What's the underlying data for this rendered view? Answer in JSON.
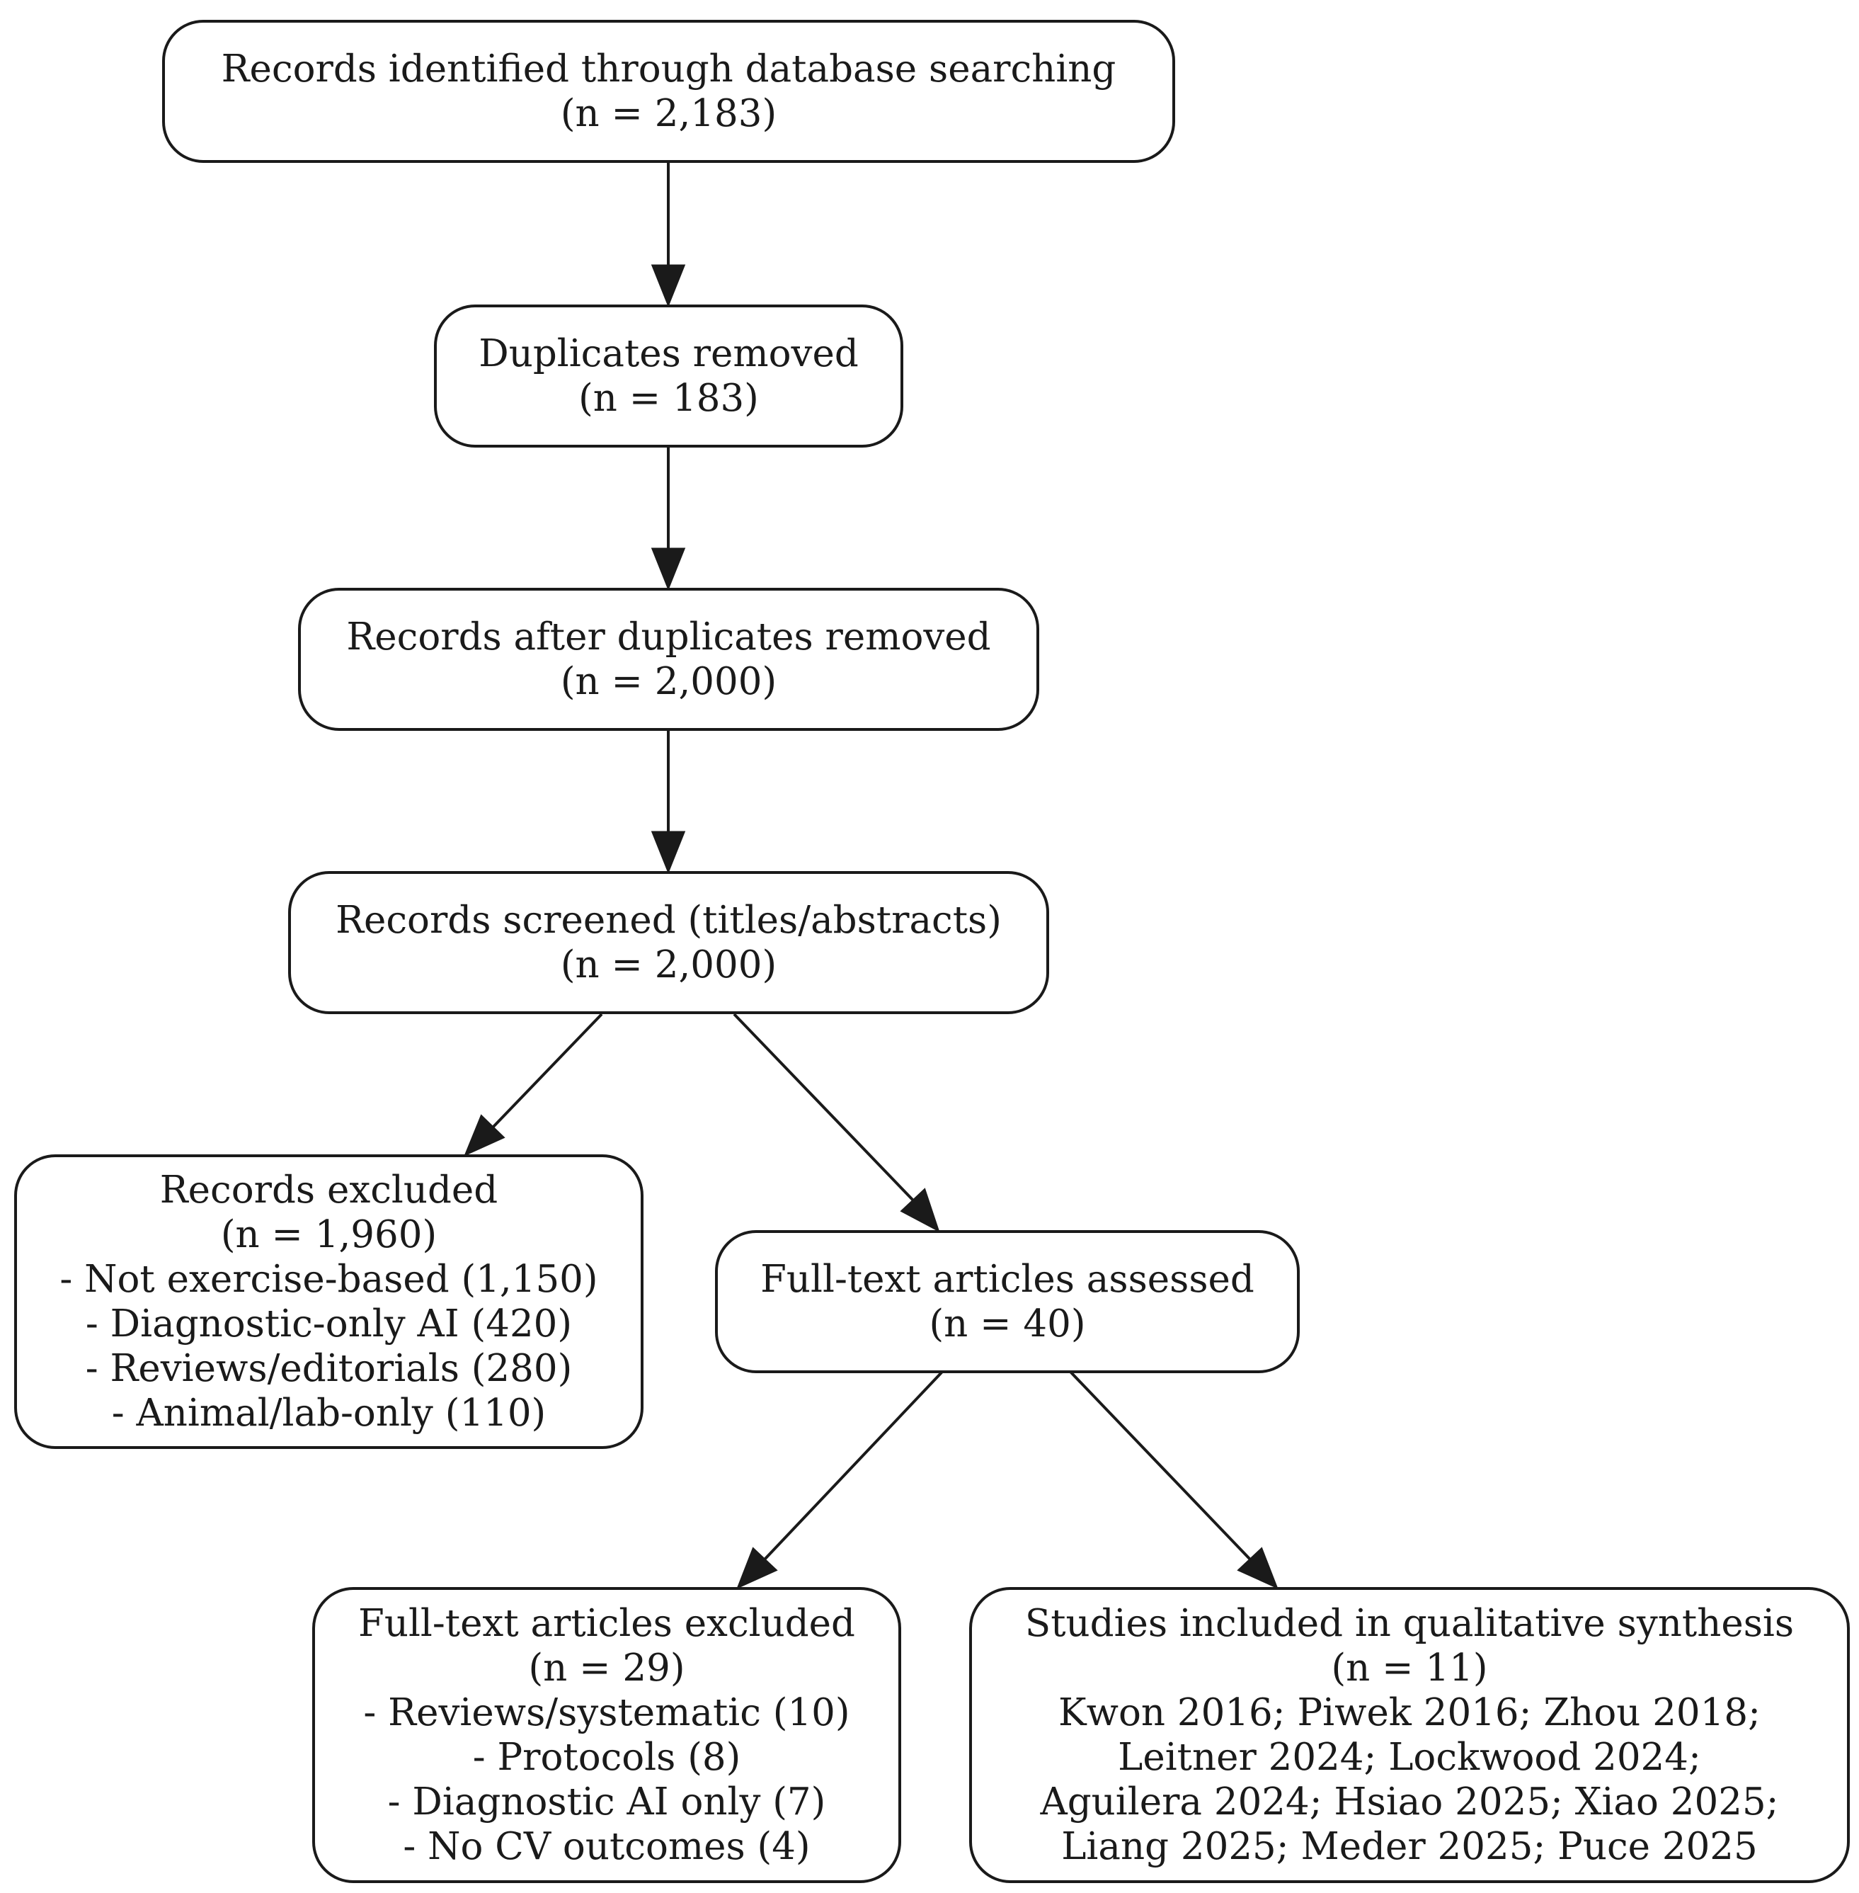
{
  "nodes": {
    "identified": {
      "title": "Records identified through database searching",
      "count": "(n = 2,183)"
    },
    "duplicates": {
      "title": "Duplicates removed",
      "count": "(n = 183)"
    },
    "after_duplicates": {
      "title": "Records after duplicates removed",
      "count": "(n = 2,000)"
    },
    "screened": {
      "title": "Records screened (titles/abstracts)",
      "count": "(n = 2,000)"
    },
    "excluded": {
      "title": "Records excluded",
      "count": "(n = 1,960)",
      "reasons": [
        "- Not exercise-based (1,150)",
        "- Diagnostic-only AI (420)",
        "- Reviews/editorials (280)",
        "- Animal/lab-only (110)"
      ]
    },
    "fulltext": {
      "title": "Full-text articles assessed",
      "count": "(n = 40)"
    },
    "fulltext_excluded": {
      "title": "Full-text articles excluded",
      "count": "(n = 29)",
      "reasons": [
        "- Reviews/systematic (10)",
        "- Protocols (8)",
        "- Diagnostic AI only (7)",
        "- No CV outcomes (4)"
      ]
    },
    "included": {
      "title": "Studies included in qualitative synthesis",
      "count": "(n = 11)",
      "studies": [
        "Kwon 2016; Piwek 2016; Zhou 2018;",
        "Leitner 2024; Lockwood 2024;",
        "Aguilera 2024; Hsiao 2025; Xiao 2025;",
        "Liang 2025; Meder 2025; Puce 2025"
      ]
    }
  },
  "colors": {
    "stroke": "#1a1a1a",
    "background": "#ffffff"
  }
}
